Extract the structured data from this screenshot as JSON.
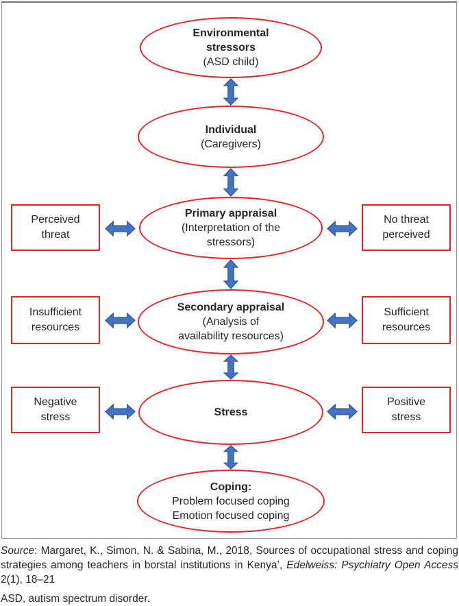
{
  "figure": {
    "nodes": [
      {
        "title": "Environmental\nstressors",
        "subtitle": "(ASD child)"
      },
      {
        "title": "Individual",
        "subtitle": "(Caregivers)"
      },
      {
        "title": "Primary appraisal",
        "subtitle": "(Interpretation of the\nstressors)"
      },
      {
        "title": "Secondary appraisal",
        "subtitle": "(Analysis of\navailability resources)"
      },
      {
        "title": "Stress",
        "subtitle": ""
      },
      {
        "title": "Coping:",
        "subtitle": "Problem focused coping\nEmotion focused coping"
      }
    ],
    "side_boxes": [
      {
        "position": "row3-left",
        "label": "Perceived\nthreat"
      },
      {
        "position": "row3-right",
        "label": "No threat\nperceived"
      },
      {
        "position": "row4-left",
        "label": "Insufficient\nresources"
      },
      {
        "position": "row4-right",
        "label": "Sufficient\nresources"
      },
      {
        "position": "row5-left",
        "label": "Negative\nstress"
      },
      {
        "position": "row5-right",
        "label": "Positive\nstress"
      }
    ]
  },
  "footer": {
    "source_label": "Source",
    "citation_middle": ": Margaret, K., Simon, N. & Sabina, M., 2018, Sources of occupational stress and coping strategies among teachers in borstal institutions in Kenya’, ",
    "journal_title": "Edelweiss: Psychiatry Open Access",
    "citation_end": " 2(1), 18–21",
    "abbreviation_note": "ASD, autism spectrum disorder."
  },
  "icons": {
    "double_arrow_vertical": "⇕",
    "double_arrow_horizontal": "⇔"
  },
  "colors": {
    "shape_border": "#ef2024",
    "arrow_fill": "#4472c4",
    "arrow_stroke": "#2f5597",
    "text": "#262626",
    "frame_border": "#8a96a6"
  }
}
